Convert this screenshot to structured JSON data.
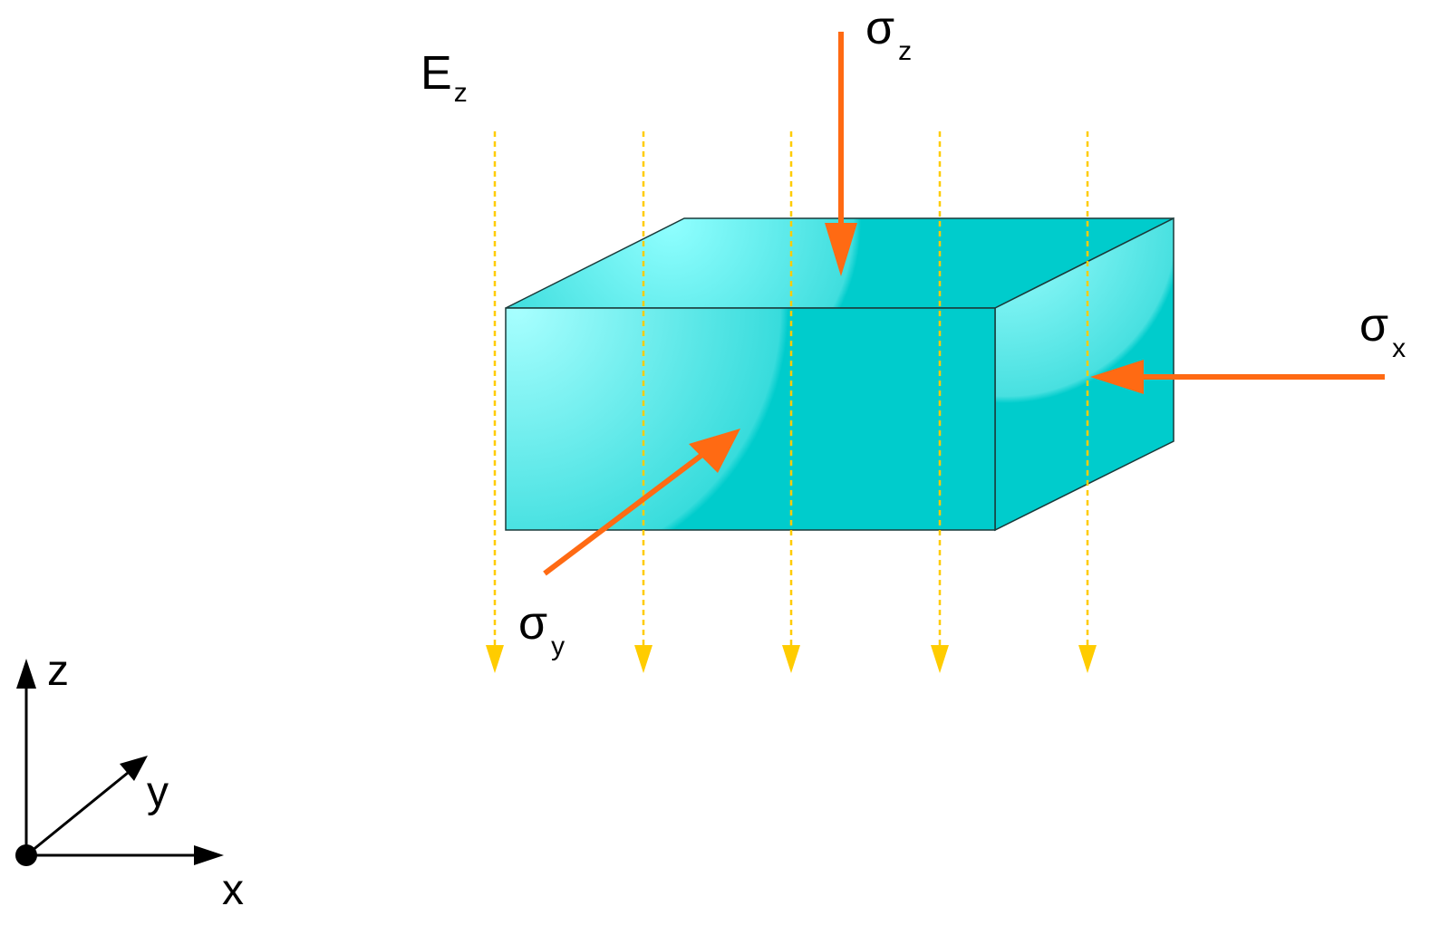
{
  "labels": {
    "field": {
      "base": "E",
      "sub": "z"
    },
    "stress_z": {
      "base": "σ",
      "sub": "z"
    },
    "stress_x": {
      "base": "σ",
      "sub": "x"
    },
    "stress_y": {
      "base": "σ",
      "sub": "y"
    }
  },
  "axes": {
    "z": "z",
    "y": "y",
    "x": "x"
  },
  "colors": {
    "block": "#00cccc",
    "block_highlight": "#aaffff",
    "block_edge": "#1a3a3a",
    "stress_arrow": "#ff6a13",
    "field_line": "#ffcc00",
    "axis": "#000000"
  }
}
